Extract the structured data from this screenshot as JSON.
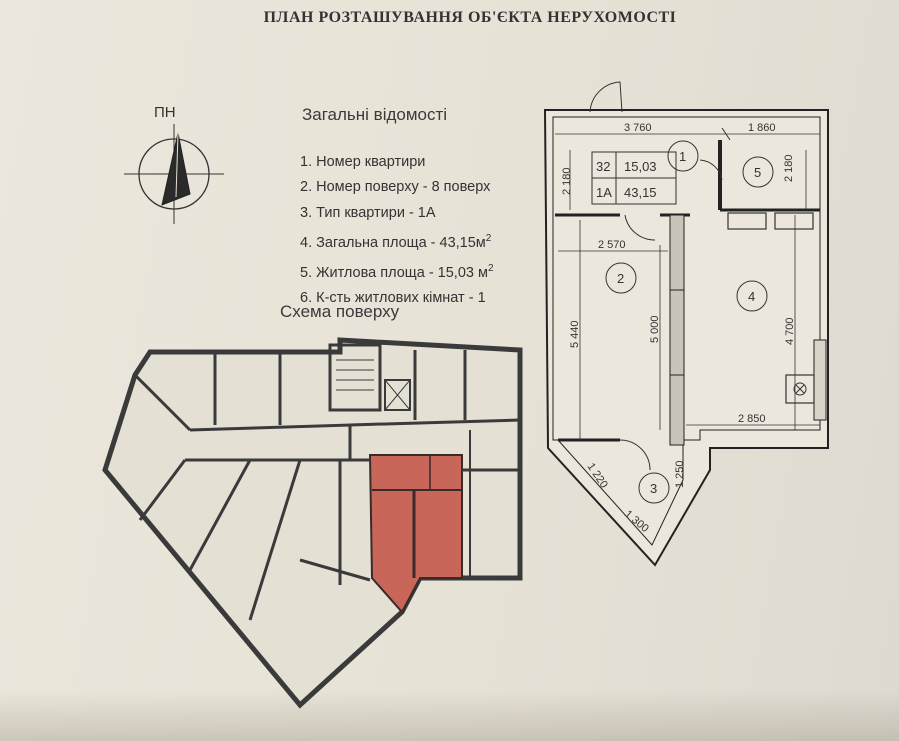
{
  "document": {
    "title": "ПЛАН РОЗТАШУВАННЯ ОБ'ЄКТА НЕРУХОМОСТІ",
    "compass_label": "ПН",
    "general_info": {
      "heading": "Загальні відомості",
      "items": [
        {
          "text": "1. Номер квартири"
        },
        {
          "text": "2. Номер поверху - 8 поверх"
        },
        {
          "text": "3. Тип квартири - 1А"
        },
        {
          "text": "4. Загальна площа - 43,15м",
          "sup": "2"
        },
        {
          "text": "5. Житлова площа - 15,03 м",
          "sup": "2"
        },
        {
          "text": "6. К-сть житлових кімнат - 1"
        }
      ]
    },
    "floor_scheme": {
      "heading": "Схема поверху",
      "highlight_color": "#c9665a"
    },
    "apartment_plan": {
      "table": {
        "apartment_number": "32",
        "living_area": "15,03",
        "type": "1А",
        "total_area": "43,15"
      },
      "rooms": [
        "1",
        "2",
        "3",
        "4",
        "5"
      ],
      "dimensions": {
        "top_left": "3 760",
        "top_right": "1 860",
        "left_upper": "2 180",
        "right_upper": "2 180",
        "room2_width": "2 570",
        "left_full": "5 440",
        "room2_height": "5 000",
        "room4_height": "4 700",
        "room4_width": "2 850",
        "balcony_side": "1 220",
        "balcony_right": "1 250",
        "balcony_bottom": "1 300"
      }
    }
  }
}
